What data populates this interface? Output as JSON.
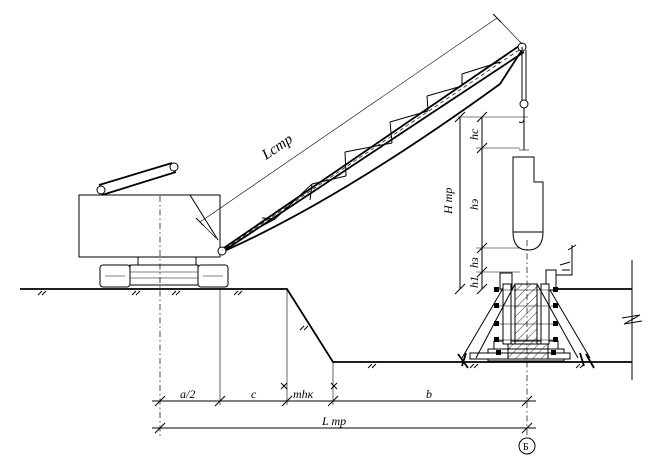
{
  "labels": {
    "boom_length": "Lстр",
    "hook_height": "Н тр",
    "h_c": "hс",
    "h_e": "hэ",
    "h_3": "hз",
    "h_1": "h1",
    "dim_a2": "а/2",
    "dim_c": "с",
    "dim_mhk": "mhк",
    "dim_b": "b",
    "reach": "L тр",
    "axis_mark": "Б"
  }
}
